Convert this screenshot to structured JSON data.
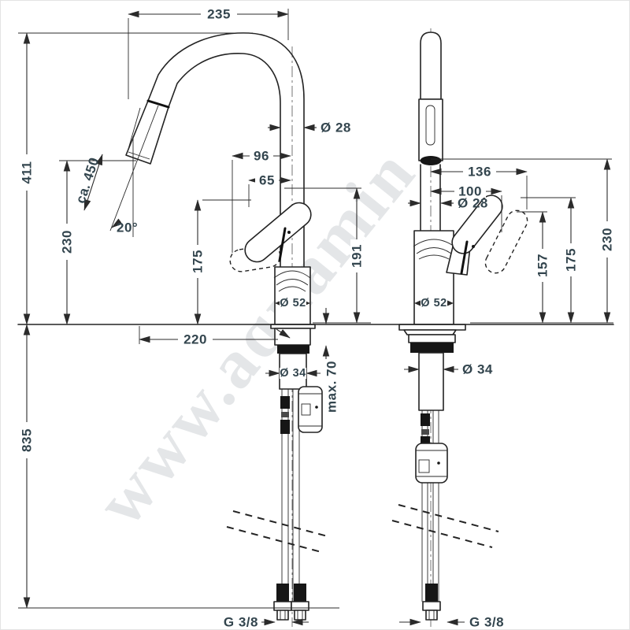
{
  "watermark": {
    "text": "www.aquamin"
  },
  "colors": {
    "line": "#232323",
    "dim_text": "#33454e",
    "watermark": "#d3d7da",
    "background": "#ffffff"
  },
  "dims": {
    "d235": "235",
    "d411": "411",
    "d230_left": "230",
    "d835": "835",
    "d_ca450": "ca. 450",
    "d_20deg": "20°",
    "d96": "96",
    "d65": "65",
    "d28_left": "Ø 28",
    "d175_left": "175",
    "d191": "191",
    "d52_left": "Ø 52",
    "d220": "220",
    "d34_left": "Ø 34",
    "d_max70": "max. 70",
    "g38_left": "G 3/8",
    "d136": "136",
    "d100": "100",
    "d28_right": "Ø 28",
    "d230_right": "230",
    "d175_right": "175",
    "d157": "157",
    "d52_right": "Ø 52",
    "d34_right": "Ø 34",
    "g38_right": "G 3/8"
  }
}
